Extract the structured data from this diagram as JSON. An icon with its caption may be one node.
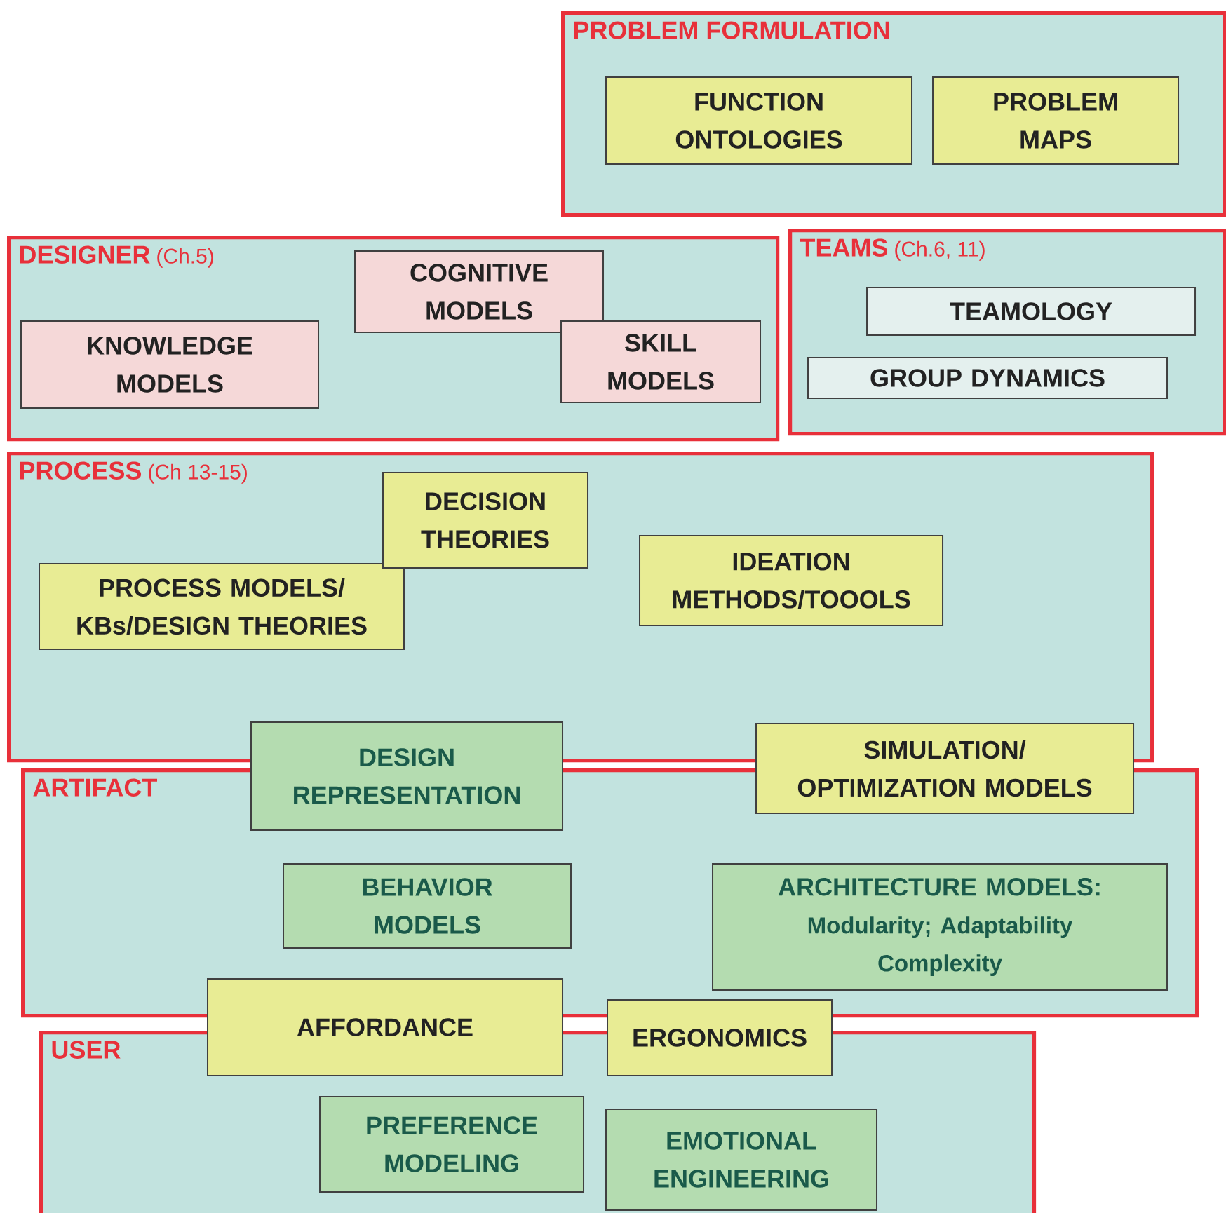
{
  "diagram": {
    "nodes": [
      {
        "text": [
          "PROBLEM FORMULATION"
        ]
      },
      {
        "text": [
          "FUNCTION ONTOLOGIES"
        ],
        "in": 0
      },
      {
        "text": [
          "PROBLEM MAPS"
        ],
        "in": 0
      },
      {
        "text": [
          "DESIGNER",
          "(Ch.5)"
        ]
      },
      {
        "text": [
          "COGNITIVE MODELS"
        ],
        "in": 3
      },
      {
        "text": [
          "KNOWLEDGE MODELS"
        ],
        "in": 3
      },
      {
        "text": [
          "SKILL MODELS"
        ],
        "in": 3
      },
      {
        "text": [
          "TEAMS",
          "(Ch.6, 11)"
        ]
      },
      {
        "text": [
          "TEAMOLOGY"
        ],
        "in": 7
      },
      {
        "text": [
          "GROUP DYNAMICS"
        ],
        "in": 7
      },
      {
        "text": [
          "PROCESS",
          "(Ch 13-15)"
        ]
      },
      {
        "text": [
          "DECISION THEORIES"
        ],
        "in": 10
      },
      {
        "text": [
          "PROCESS MODELS/ KBs/DESIGN THEORIES"
        ],
        "in": 10
      },
      {
        "text": [
          "IDEATION METHODS/TOOOLS"
        ],
        "in": 10
      },
      {
        "text": [
          "DESIGN REPRESENTATION"
        ]
      },
      {
        "text": [
          "SIMULATION/ OPTIMIZATION MODELS"
        ]
      },
      {
        "text": [
          "ARTIFACT"
        ]
      },
      {
        "text": [
          "BEHAVIOR MODELS"
        ],
        "in": 16
      },
      {
        "text": [
          "ARCHITECTURE MODELS:",
          "Modularity; Adaptability Complexity"
        ],
        "in": 16
      },
      {
        "text": [
          "AFFORDANCE"
        ]
      },
      {
        "text": [
          "ERGONOMICS"
        ]
      },
      {
        "text": [
          "USER"
        ]
      },
      {
        "text": [
          "PREFERENCE MODELING"
        ],
        "in": 21
      },
      {
        "text": [
          "EMOTIONAL ENGINEERING"
        ],
        "in": 21
      }
    ]
  }
}
